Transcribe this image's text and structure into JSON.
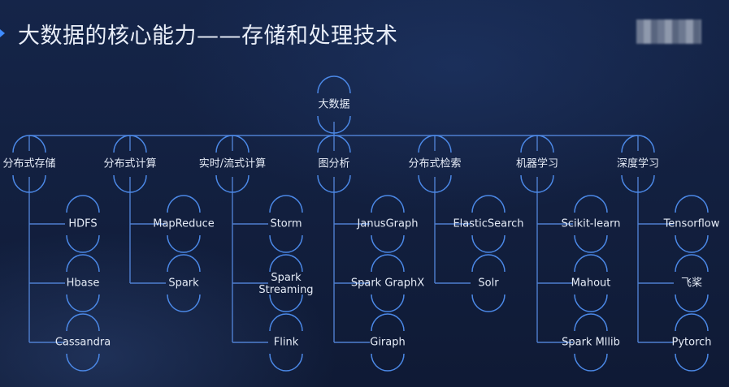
{
  "title": "大数据的核心能力——存储和处理技术",
  "colors": {
    "line": "#4f7fd0",
    "arc": "#4b88e6",
    "text": "#e6ecf7",
    "accent": "#3f8cff"
  },
  "root": {
    "label": "大数据"
  },
  "categories": [
    {
      "label": "分布式存储",
      "items": [
        "HDFS",
        "Hbase",
        "Cassandra"
      ]
    },
    {
      "label": "分布式计算",
      "items": [
        "MapReduce",
        "Spark"
      ]
    },
    {
      "label": "实时/流式计算",
      "items": [
        "Storm",
        "Spark\nStreaming",
        "Flink"
      ]
    },
    {
      "label": "图分析",
      "items": [
        "JanusGraph",
        "Spark GraphX",
        "Giraph"
      ]
    },
    {
      "label": "分布式检索",
      "items": [
        "ElasticSearch",
        "Solr"
      ]
    },
    {
      "label": "机器学习",
      "items": [
        "Scikit-learn",
        "Mahout",
        "Spark Mllib"
      ]
    },
    {
      "label": "深度学习",
      "items": [
        "Tensorflow",
        "飞桨",
        "Pytorch"
      ]
    }
  ]
}
